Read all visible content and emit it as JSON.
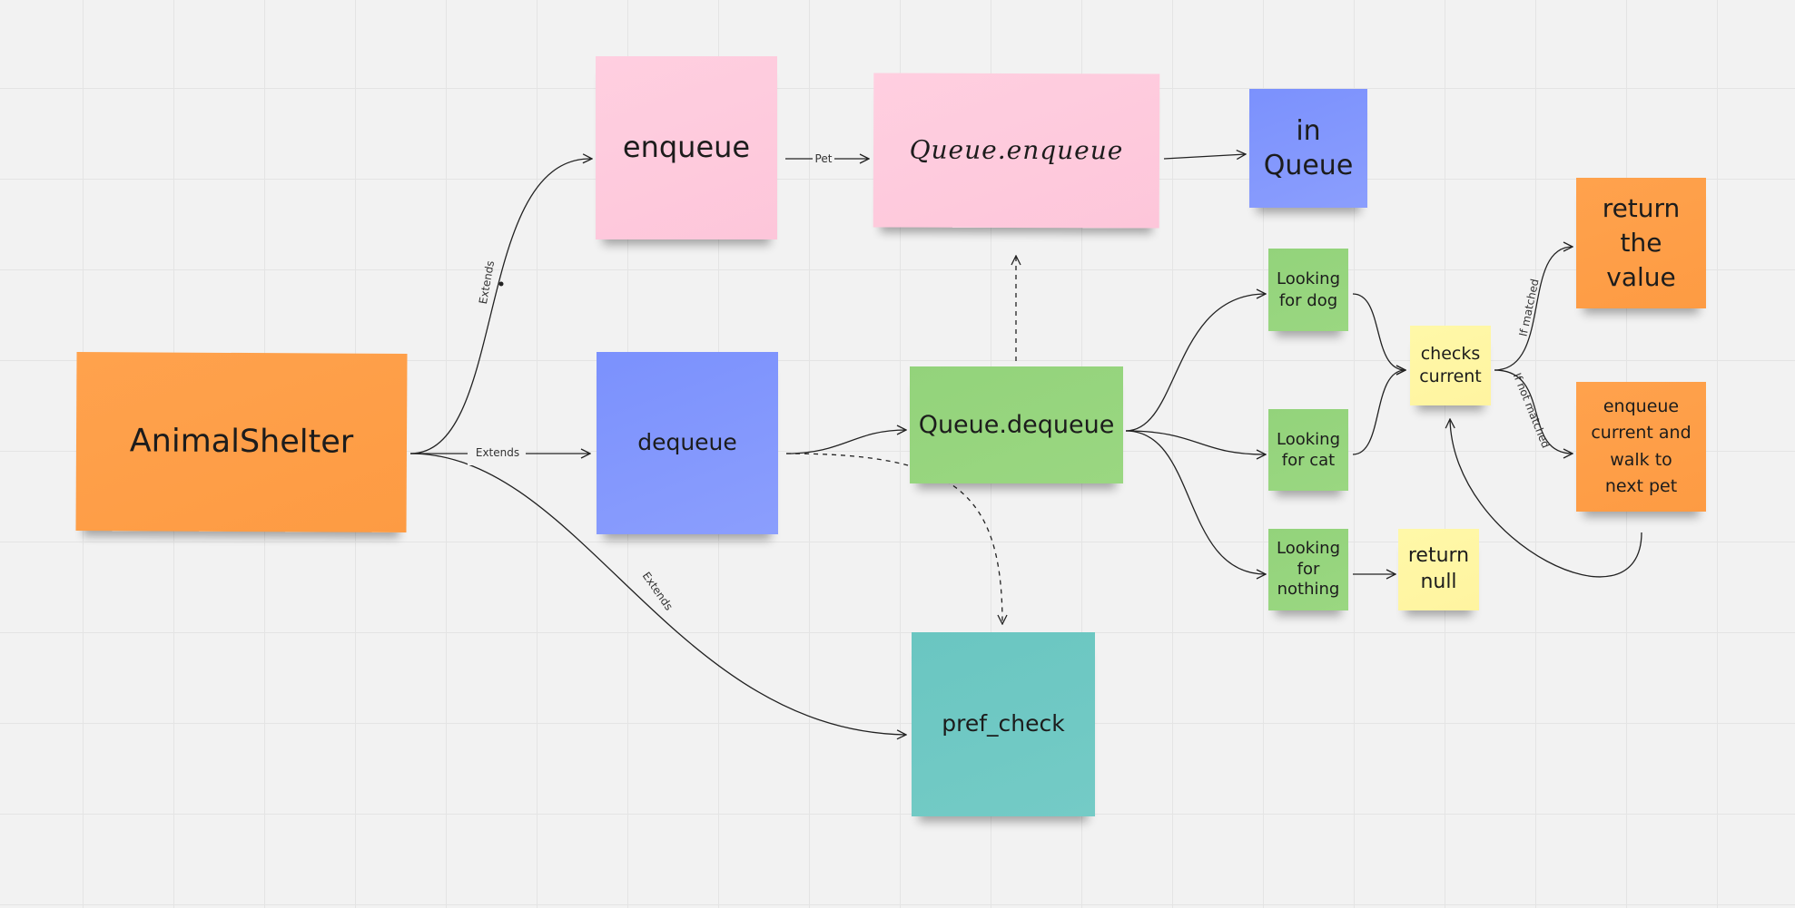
{
  "notes": {
    "animal_shelter": "AnimalShelter",
    "enqueue": "enqueue",
    "queue_enqueue": "Queue.enqueue",
    "in_queue": "in\nQueue",
    "dequeue": "dequeue",
    "queue_dequeue": "Queue.dequeue",
    "pref_check": "pref_check",
    "looking_dog": "Looking\nfor dog",
    "looking_cat": "Looking\nfor cat",
    "looking_nothing": "Looking\nfor\nnothing",
    "return_null": "return\nnull",
    "checks_current": "checks\ncurrent",
    "return_value": "return\nthe\nvalue",
    "enqueue_current": "enqueue\ncurrent and\nwalk to\nnext pet"
  },
  "edge_labels": {
    "extends_up": "Extends",
    "extends_mid": "Extends",
    "extends_down": "Extends",
    "pet": "Pet",
    "if_matched": "If matched",
    "if_not_matched": "If not matched"
  },
  "colors": {
    "orange": "#fd9d47",
    "pink": "#ffcadd",
    "blue": "#8196fd",
    "green": "#96d57e",
    "teal": "#6fc8c3",
    "yellow": "#fff6a4",
    "background": "#f2f2f2"
  }
}
